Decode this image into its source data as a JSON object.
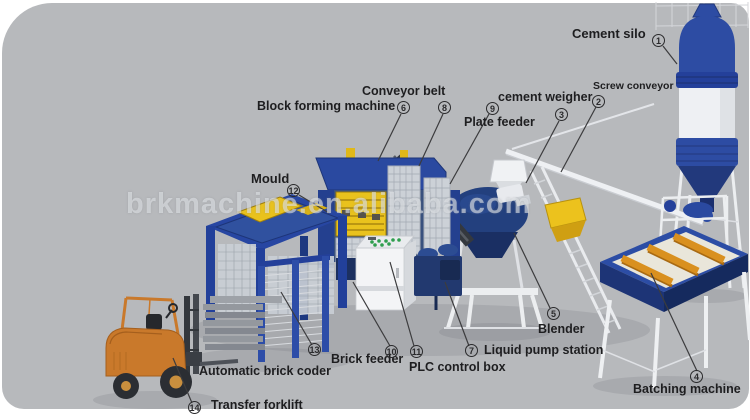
{
  "watermark": {
    "text": "brkmachine.en.alibaba.com"
  },
  "colors": {
    "canvas_bg": "#b7b9bc",
    "machine_blue": "#2a49a0",
    "machine_blue_dark": "#1c3060",
    "mould_yellow": "#e9c21d",
    "forklift_orange": "#c9792b",
    "divider_orange": "#d9901f",
    "structure_white": "#eef0f3",
    "belt_dark": "#34383e",
    "label_text": "#1e1e20"
  },
  "labels": [
    {
      "id": "cement-silo",
      "text": "Cement silo",
      "num": "1"
    },
    {
      "id": "screw-conveyor",
      "text": "Screw conveyor",
      "num": "2"
    },
    {
      "id": "cement-weigher",
      "text": "cement weigher",
      "num": "3"
    },
    {
      "id": "batching-machine",
      "text": "Batching machine",
      "num": "4"
    },
    {
      "id": "blender",
      "text": "Blender",
      "num": "5"
    },
    {
      "id": "block-forming-machine",
      "text": "Block forming machine",
      "num": "6"
    },
    {
      "id": "liquid-pump-station",
      "text": "Liquid pump station",
      "num": "7"
    },
    {
      "id": "conveyor-belt",
      "text": "Conveyor belt",
      "num": "8"
    },
    {
      "id": "plate-feeder",
      "text": "Plate feeder",
      "num": "9"
    },
    {
      "id": "brick-feeder",
      "text": "Brick feeder",
      "num": "10"
    },
    {
      "id": "plc-control-box",
      "text": "PLC control box",
      "num": "11"
    },
    {
      "id": "mould",
      "text": "Mould",
      "num": "12"
    },
    {
      "id": "automatic-brick-coder",
      "text": "Automatic brick coder",
      "num": "13"
    },
    {
      "id": "transfer-forklift",
      "text": "Transfer forklift",
      "num": "14"
    }
  ]
}
